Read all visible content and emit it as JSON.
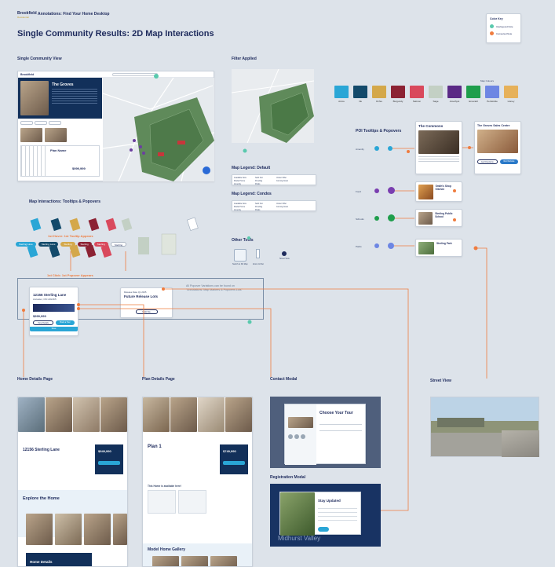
{
  "header": {
    "brand": "Brookfield",
    "brand_sub": "Residential",
    "annotation_title": "Annotations: Find Your Home Desktop",
    "page_title": "Single Community Results: 2D Map Interactions"
  },
  "legend_box": {
    "title": "Color Key",
    "items": [
      {
        "label": "Interlayered Note",
        "color": "#59c9ad"
      },
      {
        "label": "Connected Note",
        "color": "#ef7c3f"
      }
    ]
  },
  "sections": {
    "single_community": "Single Community View",
    "filter_applied": "Filter Applied",
    "map_legend_default": "Map Legend: Default",
    "map_legend_condos": "Map Legend: Condos",
    "other_tools": "Other Tools",
    "poi": "POI Tooltips & Popovers",
    "map_interactions": "Map Interactions: Tooltips & Popovers",
    "home_details": "Home Details Page",
    "plan_details": "Plan Details Page",
    "contact_modal": "Contact Modal",
    "street_view": "Street View",
    "registration_modal": "Registration Modal",
    "map_colours": "Map Colours"
  },
  "community": {
    "name": "The Groves",
    "plan_name": "Plan Name",
    "price": "$999,999"
  },
  "map_colours": [
    {
      "label": "Azure",
      "color": "#2aa6d6"
    },
    {
      "label": "Ink",
      "color": "#134a6b"
    },
    {
      "label": "Ochre",
      "color": "#d4a84a"
    },
    {
      "label": "Burgundy",
      "color": "#8c2233"
    },
    {
      "label": "Salmon",
      "color": "#d9495c"
    },
    {
      "label": "Sage",
      "color": "#c3d0c4"
    },
    {
      "label": "Amethyst",
      "color": "#5b2a86"
    },
    {
      "label": "Emerald",
      "color": "#1f9e4c"
    },
    {
      "label": "Periwinkle",
      "color": "#6d86e3"
    },
    {
      "label": "Honey",
      "color": "#e6b15a"
    }
  ],
  "annotations": {
    "first_hover": "1st Hover: 1st Tooltip Appears",
    "first_click": "1st Click: 1st Popover Appears",
    "note": "All Popover Variations can be found on \"Annotations: Map Markers & Popovers Lots\""
  },
  "popover_lot": {
    "address": "12156 Sterling Lane",
    "city": "Ancaster, ON L9G3K5",
    "price": "$999,999",
    "btn_details": "View Details",
    "btn_tour": "Book a Tour",
    "btn_save": "Save"
  },
  "popover_future": {
    "tag": "Release Date Q1 2025",
    "title": "Future Release Lots",
    "btn": "Notify Me"
  },
  "poi": {
    "rows": [
      "Amenity",
      "Food",
      "Schools",
      "Parks"
    ],
    "clubhouse_title": "The Commons",
    "amenity_title": "The Groves Sales Centre",
    "food_title": "Smith's Shop Kitchen",
    "school_title": "Sterling Public School",
    "park_title": "Sterling Park",
    "btn_directions": "Get Directions",
    "btn_website": "Visit Website"
  },
  "legend_default": [
    "Available Now",
    "Sold Out",
    "Under Offer",
    "Model Home",
    "Pending",
    "Coming Soon",
    "Amenity",
    "Parks"
  ],
  "legend_condos": [
    "Available Now",
    "Sold Out",
    "Under Offer",
    "Model Home",
    "Pending",
    "Coming Soon",
    "Amenity",
    "Parks"
  ],
  "tools": [
    {
      "label": "Switch to 3D Map"
    },
    {
      "label": "Zoom In/Out"
    },
    {
      "label": "Street View"
    }
  ],
  "home_details": {
    "address": "12156 Sterling Lane",
    "section_title": "Explore the Home",
    "section_bottom": "Home Details",
    "price": "$949,990"
  },
  "plan_details": {
    "plan": "Plan 1",
    "gallery": "Model Home Gallery",
    "available_title": "This Home is available here!",
    "price": "$749,990"
  },
  "contact": {
    "title": "Choose Your Tour"
  },
  "registration": {
    "title": "Stay Updated",
    "banner": "Midhurst Valley"
  }
}
